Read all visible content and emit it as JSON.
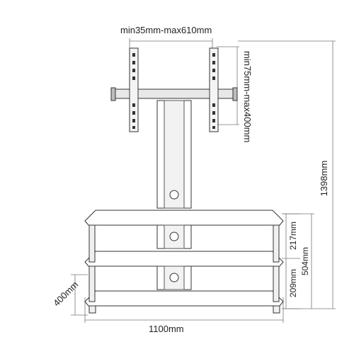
{
  "dimensions": {
    "bracket_width": "min35mm-max610mm",
    "bracket_height": "min75mm-max400mm",
    "total_height": "1398mm",
    "shelf_gap_upper": "217mm",
    "shelf_gap_lower": "209mm",
    "shelf_block_height": "504mm",
    "depth": "400mm",
    "width": "1100mm"
  }
}
